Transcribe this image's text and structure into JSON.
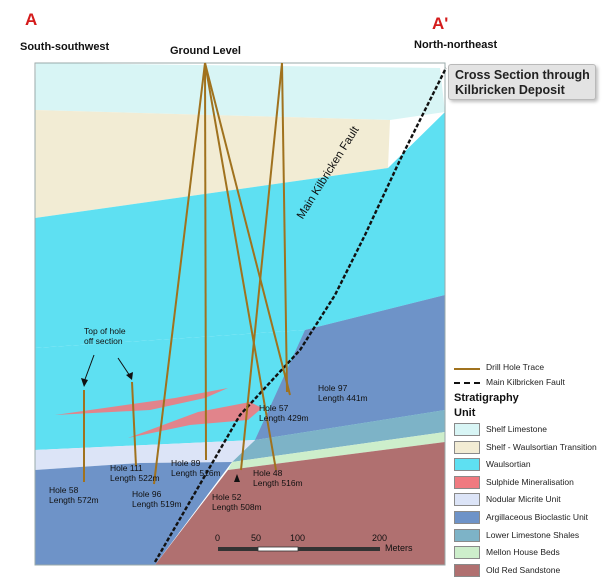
{
  "corners": {
    "left": "A",
    "right": "A'"
  },
  "directions": {
    "left": "South-southwest",
    "center": "Ground Level",
    "right": "North-northeast"
  },
  "title": {
    "line1": "Cross Section through",
    "line2": "Kilbricken Deposit"
  },
  "fault_label": "Main Kilbricken Fault",
  "annotation": {
    "line1": "Top of hole",
    "line2": "off section"
  },
  "holes": [
    {
      "name": "Hole 58",
      "length": "Length 572m"
    },
    {
      "name": "Hole 111",
      "length": "Length 522m"
    },
    {
      "name": "Hole 96",
      "length": "Length 519m"
    },
    {
      "name": "Hole 89",
      "length": "Length 516m"
    },
    {
      "name": "Hole 52",
      "length": "Length 508m"
    },
    {
      "name": "Hole 48",
      "length": "Length 516m"
    },
    {
      "name": "Hole 57",
      "length": "Length 429m"
    },
    {
      "name": "Hole 97",
      "length": "Length 441m"
    }
  ],
  "scale": {
    "ticks": [
      "0",
      "50",
      "100",
      "200"
    ],
    "unit": "Meters"
  },
  "legend": {
    "lines": [
      {
        "label": "Drill Hole Trace",
        "color": "#a0721e"
      },
      {
        "label": "Main Kilbricken Fault",
        "color": "#111111"
      }
    ],
    "heading1": "Stratigraphy",
    "heading2": "Unit",
    "units": [
      {
        "label": "Shelf Limestone",
        "color": "#d8f5f5"
      },
      {
        "label": "Shelf - Waulsortian Transition",
        "color": "#f2ecd4"
      },
      {
        "label": "Waulsortian",
        "color": "#5ee0f2"
      },
      {
        "label": "Sulphide Mineralisation",
        "color": "#f07a80"
      },
      {
        "label": "Nodular Micrite Unit",
        "color": "#dce4f7"
      },
      {
        "label": "Argillaceous Bioclastic Unit",
        "color": "#6e93c8"
      },
      {
        "label": "Lower Limestone Shales",
        "color": "#7db3c7"
      },
      {
        "label": "Mellon House Beds",
        "color": "#cdeecb"
      },
      {
        "label": "Old Red Sandstone",
        "color": "#b07070"
      }
    ]
  }
}
